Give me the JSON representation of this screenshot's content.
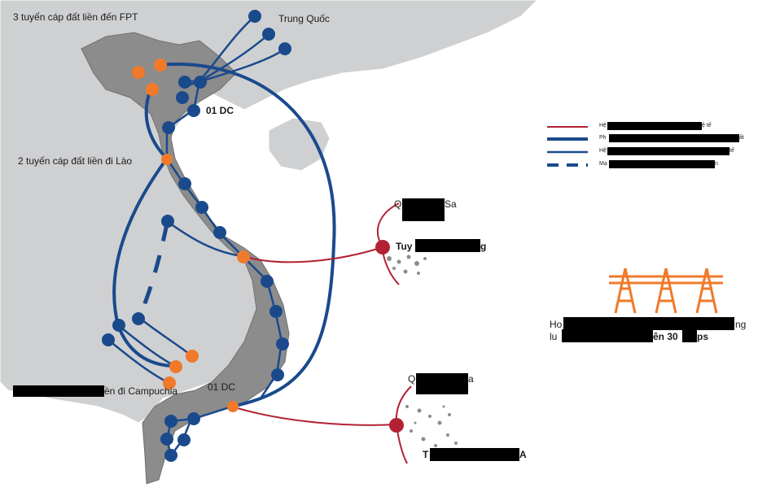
{
  "labels": {
    "fpt_china": "3 tuyến cáp đất liền đến FPT",
    "china": "Trung Quốc",
    "dc_north": "01 DC",
    "laos": "2 tuyến cáp đất liền đi Lào",
    "dc_south": "01 DC",
    "cambodia_partial": "ền đi Campuchia",
    "paracel_partial": "Q",
    "paracel_tail": "Sa",
    "tuy_partial": "Tuy",
    "tuy_tail": "g",
    "spratly_partial": "Q",
    "spratly_tail": "a",
    "t_partial": "T",
    "t_tail": "A"
  },
  "legend": [
    {
      "text": "Hệ",
      "tail": "ệ tế",
      "color": "#b22234",
      "style": "thin"
    },
    {
      "text": "Ph",
      "tail": "ất",
      "color": "#1a4a8c",
      "style": "thick"
    },
    {
      "text": "Hệ",
      "tail": "tế",
      "color": "#1a4a8c",
      "style": "medium"
    },
    {
      "text": "Mạ",
      "tail": "n",
      "color": "#1a4a8c",
      "style": "dashed"
    }
  ],
  "power": {
    "line1_start": "Ho",
    "line1_end": "ng",
    "line2_start": "lu",
    "line2_end": "ên 30",
    "line2_tail": "ps",
    "icon": "power-tower-icon"
  },
  "colors": {
    "land_vietnam": "#8c8c8c",
    "land_other": "#cfd0d2",
    "sea": "#ffffff",
    "blue": "#1a4a8c",
    "orange": "#f07a2a",
    "red": "#b22234"
  }
}
